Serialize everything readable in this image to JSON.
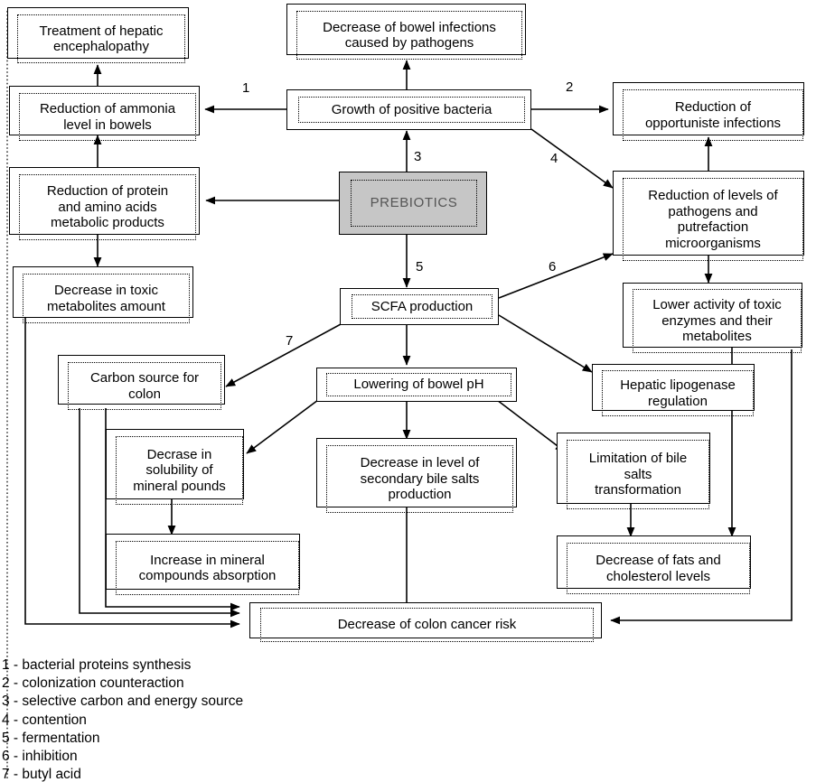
{
  "diagram": {
    "title": "Prebiotics mechanisms of action flow diagram",
    "central_node": "PREBIOTICS",
    "shaded_color": "#c6c6c6",
    "nodes": [
      {
        "id": "treatment-hepatic",
        "label": "Treatment of hepatic\nencephalopathy"
      },
      {
        "id": "decrease-bowel-infect",
        "label": "Decrease of bowel infections\ncaused by pathogens"
      },
      {
        "id": "reduction-ammonia",
        "label": "Reduction of ammonia\nlevel in bowels"
      },
      {
        "id": "growth-positive-bacteria",
        "label": "Growth of positive bacteria"
      },
      {
        "id": "reduction-opportuniste",
        "label": "Reduction of\nopportuniste infections"
      },
      {
        "id": "reduction-protein",
        "label": "Reduction of protein\nand amino acids\nmetabolic products"
      },
      {
        "id": "prebiotics",
        "label": "PREBIOTICS"
      },
      {
        "id": "reduction-pathogens",
        "label": "Reduction of levels of\npathogens and\nputrefaction\nmicroorganisms"
      },
      {
        "id": "decrease-toxic-metab",
        "label": "Decrease in toxic\nmetabolites amount"
      },
      {
        "id": "scfa-production",
        "label": "SCFA production"
      },
      {
        "id": "lower-activity-enzymes",
        "label": "Lower activity of toxic\nenzymes and their\nmetabolites"
      },
      {
        "id": "carbon-source",
        "label": "Carbon source for\ncolon"
      },
      {
        "id": "lowering-ph",
        "label": "Lowering of bowel pH"
      },
      {
        "id": "hepatic-lipogenase",
        "label": "Hepatic lipogenase\nregulation"
      },
      {
        "id": "decrase-solubility",
        "label": "Decrase in\nsolubility of\nmineral pounds"
      },
      {
        "id": "decrease-bile-salts",
        "label": "Decrease in level of\nsecondary bile salts\nproduction"
      },
      {
        "id": "limitation-bile-salts",
        "label": "Limitation of bile\nsalts\ntransformation"
      },
      {
        "id": "increase-mineral",
        "label": "Increase in mineral\ncompounds absorption"
      },
      {
        "id": "decrease-fats",
        "label": "Decrease of fats and\ncholesterol levels"
      },
      {
        "id": "decrease-colon-cancer",
        "label": "Decrease of colon cancer risk"
      }
    ],
    "edge_numbers": [
      {
        "id": "edge-num-1",
        "label": "1"
      },
      {
        "id": "edge-num-2",
        "label": "2"
      },
      {
        "id": "edge-num-3",
        "label": "3"
      },
      {
        "id": "edge-num-4",
        "label": "4"
      },
      {
        "id": "edge-num-5",
        "label": "5"
      },
      {
        "id": "edge-num-6",
        "label": "6"
      },
      {
        "id": "edge-num-7",
        "label": "7"
      }
    ],
    "legend": [
      "1 - bacterial proteins synthesis",
      "2 - colonization counteraction",
      "3 - selective carbon and energy source",
      "4 - contention",
      "5 - fermentation",
      "6 - inhibition",
      "7 - butyl acid"
    ]
  }
}
